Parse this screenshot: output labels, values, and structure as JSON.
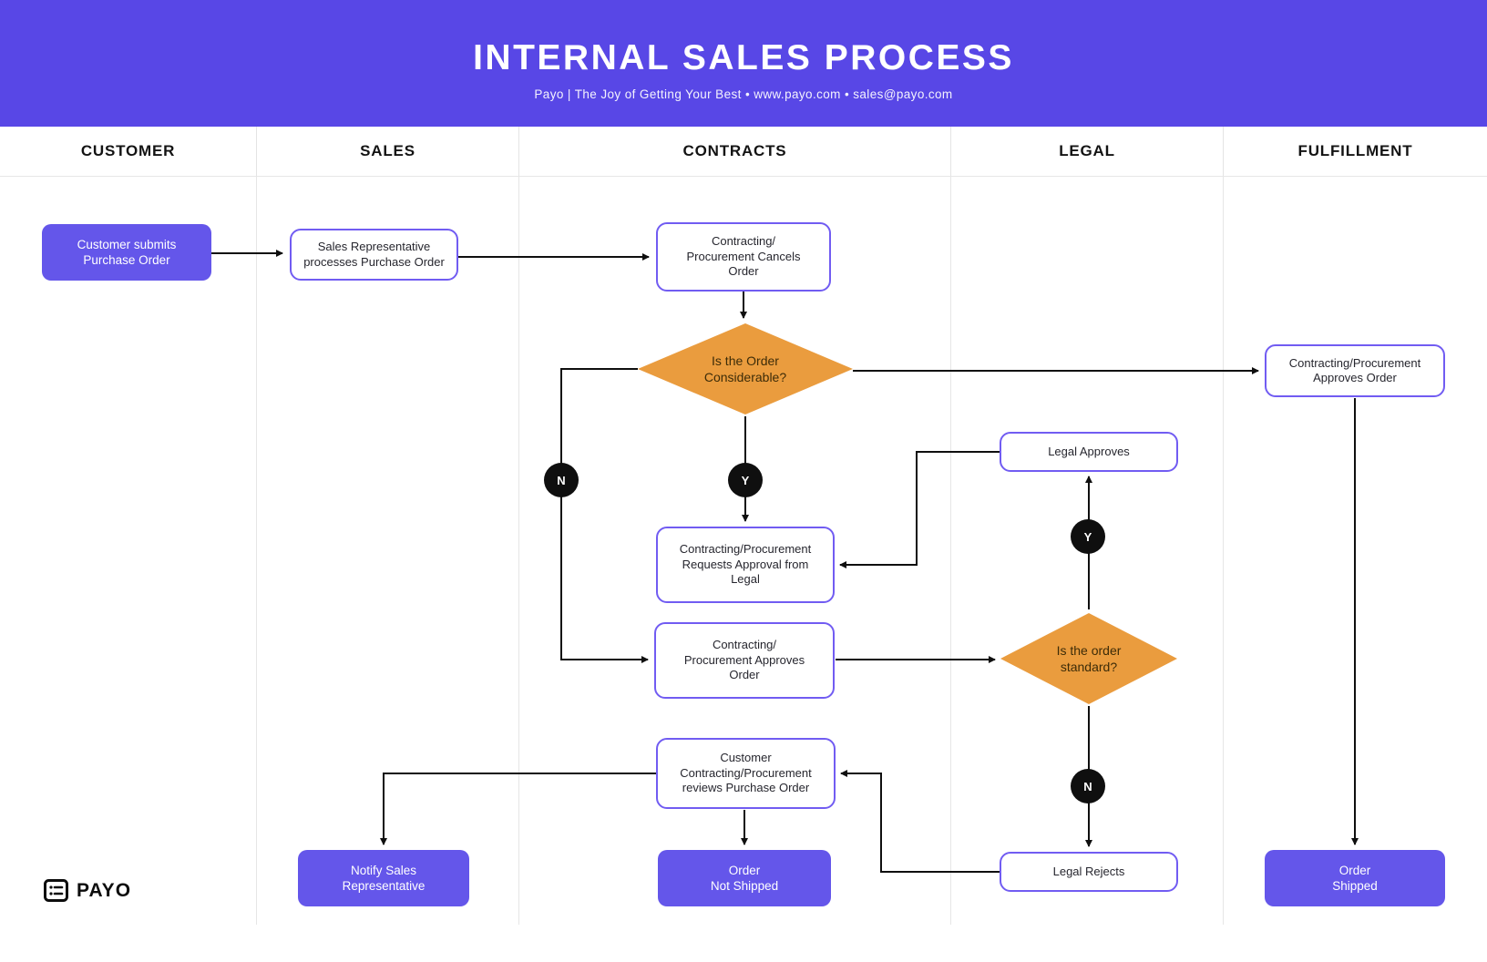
{
  "header": {
    "title": "INTERNAL SALES PROCESS",
    "subtitle": "Payo | The Joy of Getting Your Best • www.payo.com • sales@payo.com"
  },
  "lanes": [
    {
      "label": "CUSTOMER"
    },
    {
      "label": "SALES"
    },
    {
      "label": "CONTRACTS"
    },
    {
      "label": "LEGAL"
    },
    {
      "label": "FULFILLMENT"
    }
  ],
  "nodes": {
    "customer_submits": {
      "label": "Customer submits\nPurchase Order",
      "type": "filled"
    },
    "sales_processes": {
      "label": "Sales Representative\nprocesses Purchase Order",
      "type": "outlined"
    },
    "cancels_order": {
      "label": "Contracting/\nProcurement Cancels\nOrder",
      "type": "outlined"
    },
    "is_considerable": {
      "label": "Is the Order\nConsiderable?",
      "type": "decision"
    },
    "fulfillment_approves": {
      "label": "Contracting/Procurement\nApproves Order",
      "type": "outlined"
    },
    "legal_approves": {
      "label": "Legal Approves",
      "type": "outlined"
    },
    "requests_approval": {
      "label": "Contracting/Procurement\nRequests Approval from\nLegal",
      "type": "outlined"
    },
    "contracts_approves": {
      "label": "Contracting/\nProcurement Approves\nOrder",
      "type": "outlined"
    },
    "is_standard": {
      "label": "Is the order\nstandard?",
      "type": "decision"
    },
    "reviews_po": {
      "label": "Customer\nContracting/Procurement\nreviews Purchase Order",
      "type": "outlined"
    },
    "notify_sales": {
      "label": "Notify Sales\nRepresentative",
      "type": "filled"
    },
    "order_not_shipped": {
      "label": "Order\nNot Shipped",
      "type": "filled"
    },
    "legal_rejects": {
      "label": "Legal Rejects",
      "type": "outlined"
    },
    "order_shipped": {
      "label": "Order\nShipped",
      "type": "filled"
    }
  },
  "connectors": {
    "yes": "Y",
    "no": "N"
  },
  "logo": {
    "text": "PAYO"
  },
  "colors": {
    "header_purple": "#5847e6",
    "node_purple": "#6456ea",
    "node_border_purple": "#715cf2",
    "decision_orange": "#EA9C3E",
    "connector_black": "#0f0f0f",
    "lane_divider_gray": "#e6e6e6"
  }
}
